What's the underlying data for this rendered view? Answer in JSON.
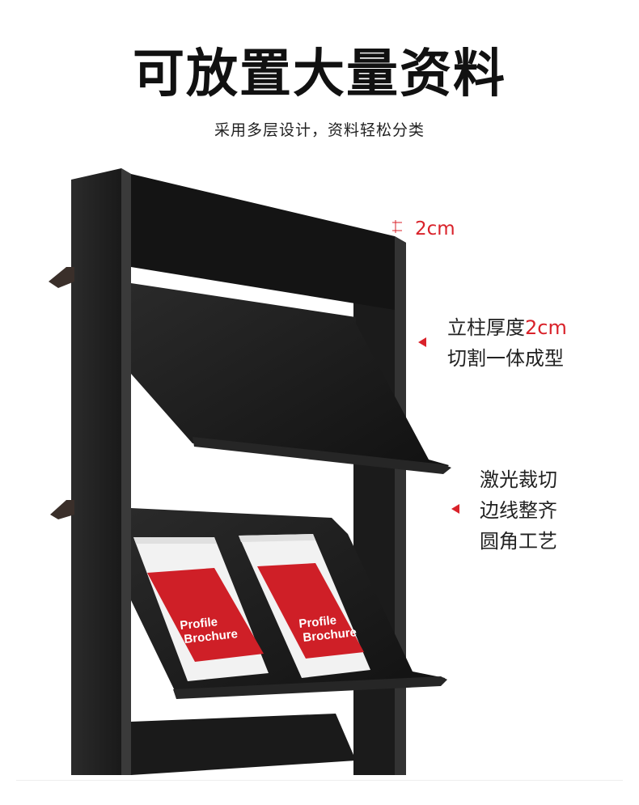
{
  "header": {
    "title": "可放置大量资料",
    "subtitle": "采用多层设计，资料轻松分类"
  },
  "annotations": {
    "dimension": "2cm",
    "note1": {
      "prefix": "立柱厚度",
      "highlight": "2cm",
      "line2": "切割一体成型"
    },
    "note2": {
      "line1": "激光裁切",
      "line2": "边线整齐",
      "line3": "圆角工艺"
    }
  },
  "brochure": {
    "title_line1": "Profile",
    "title_line2": "Brochure"
  },
  "colors": {
    "accent": "#d9222a",
    "rack": "#1c1c1c",
    "background": "#ffffff"
  }
}
